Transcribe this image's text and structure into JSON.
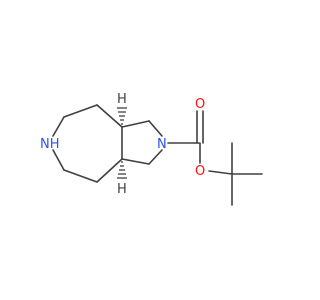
{
  "molecule": {
    "atoms": [
      {
        "id": "nh",
        "label": "NH"
      },
      {
        "id": "n_ring",
        "label": "N"
      },
      {
        "id": "o_carbonyl",
        "label": "O"
      },
      {
        "id": "o_ester",
        "label": "O"
      },
      {
        "id": "h_top",
        "label": "H"
      },
      {
        "id": "h_bottom",
        "label": "H"
      }
    ]
  },
  "colors": {
    "bond": "#404040",
    "nitrogen": "#3050f8",
    "oxygen": "#ff0d0d",
    "hydrogen_label": "#404040"
  }
}
